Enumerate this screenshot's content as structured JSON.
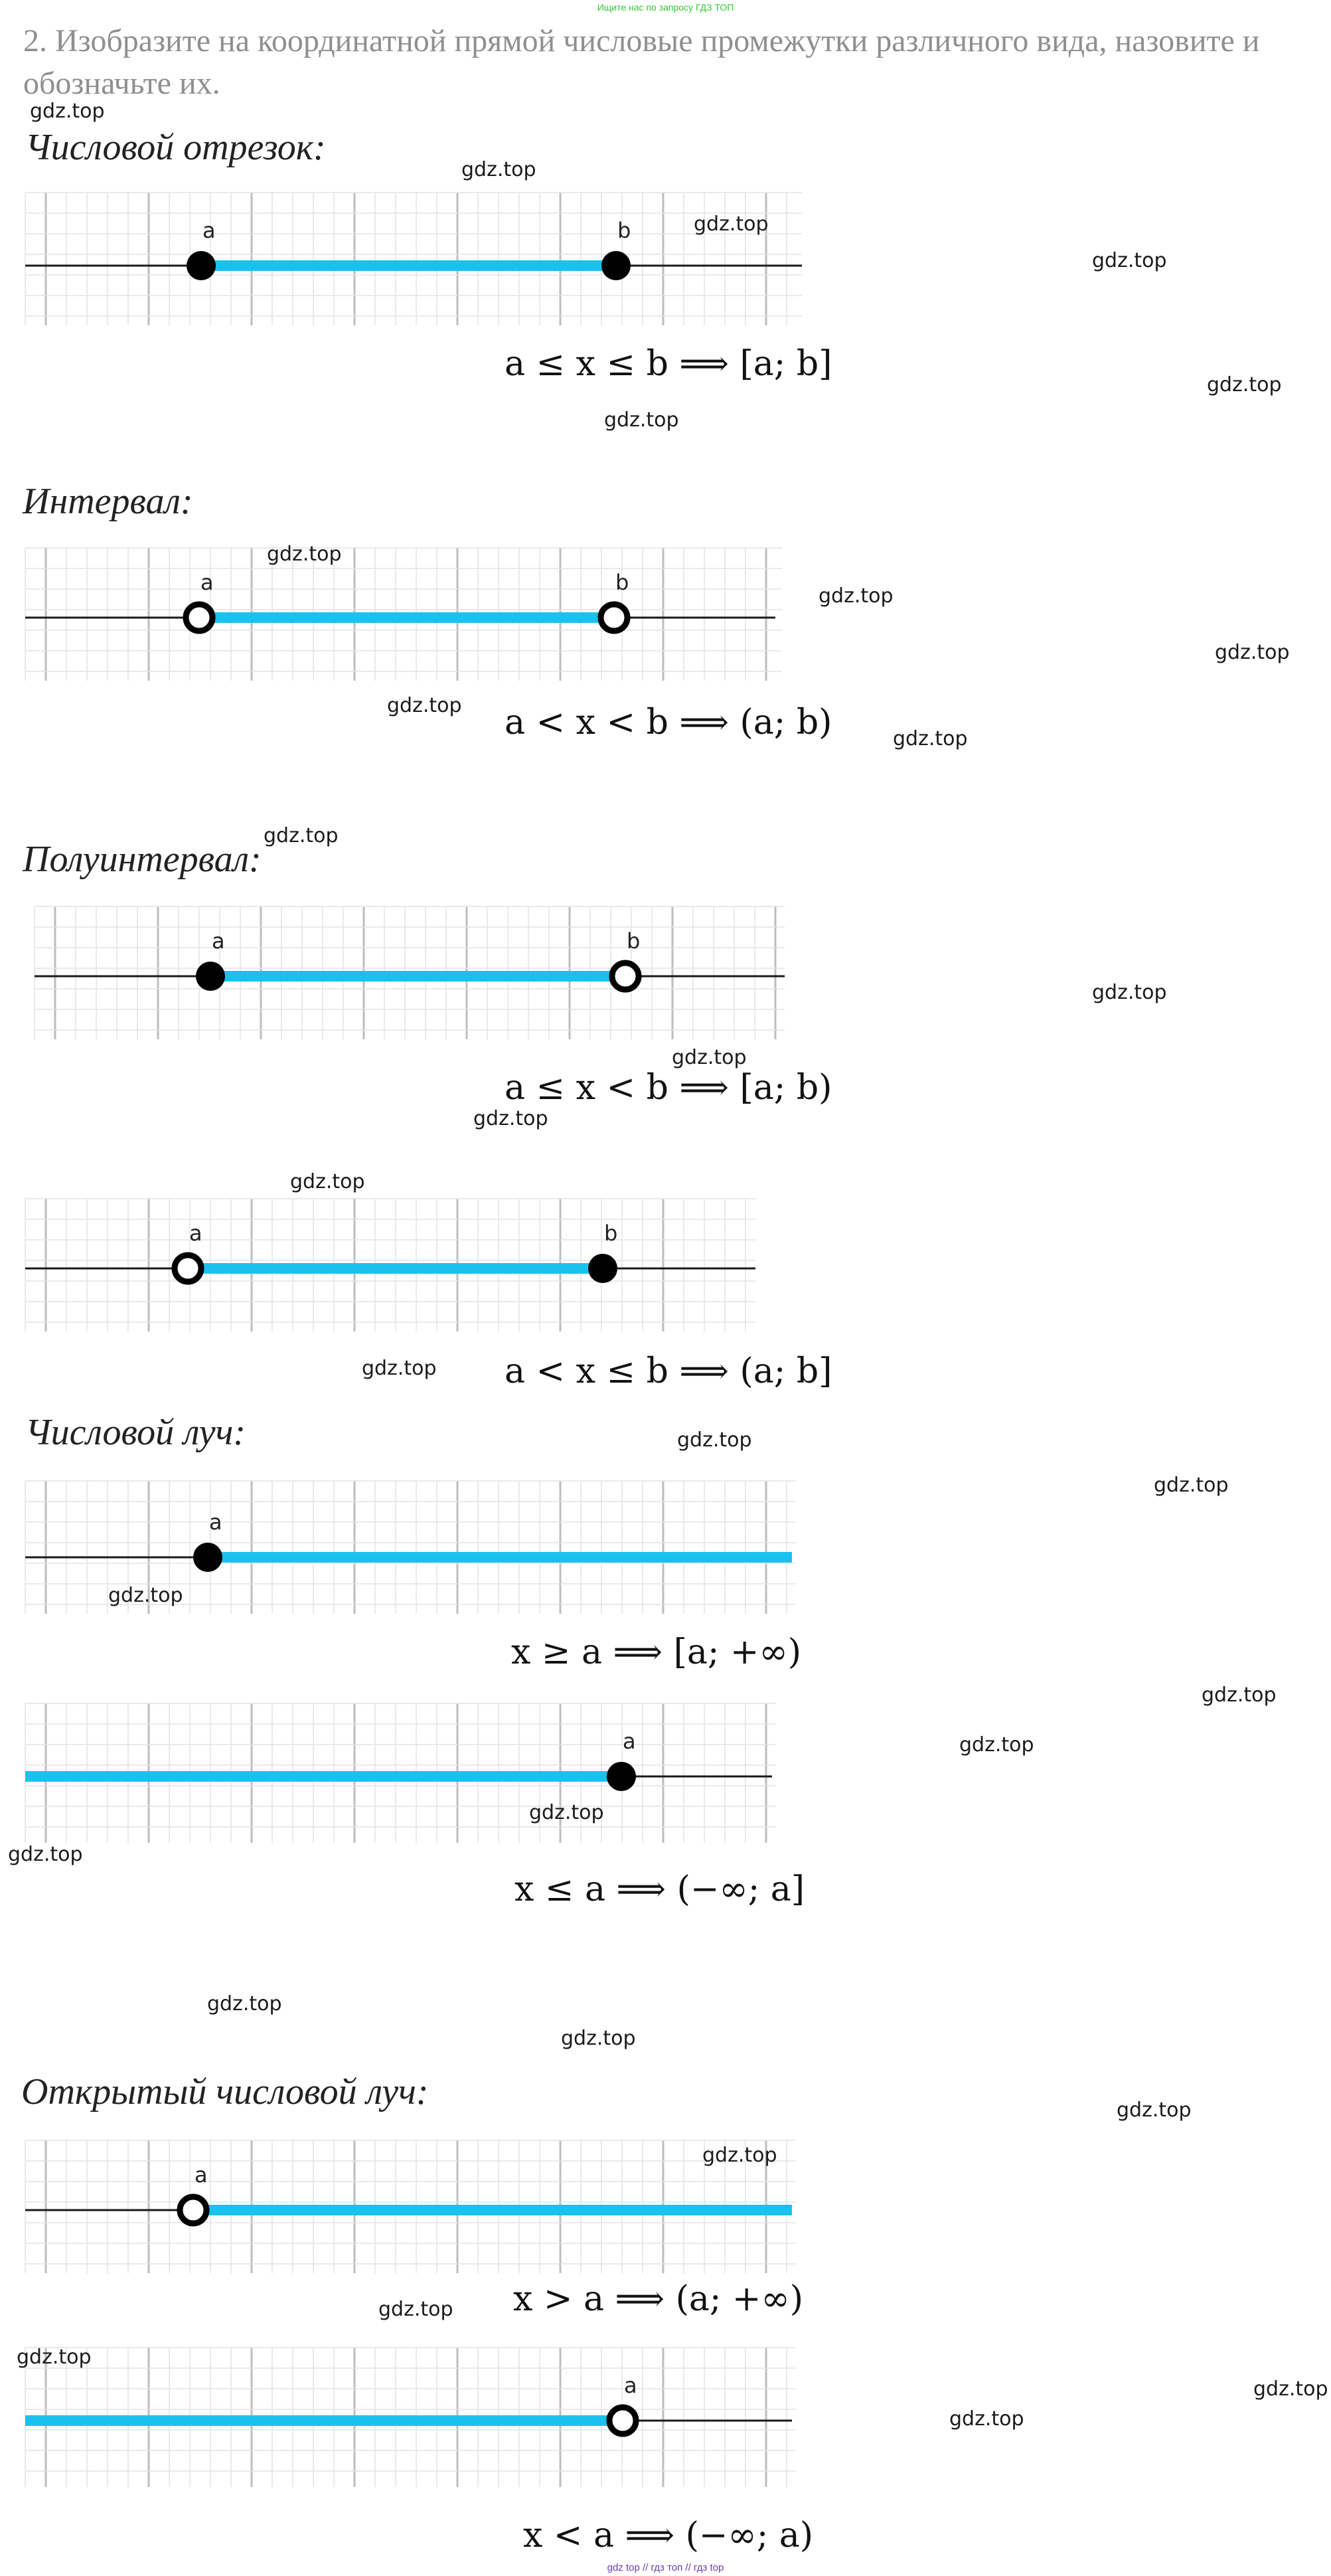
{
  "banner_top": "Ищите нас по запросу ГДЗ ТОП",
  "banner_bottom": "gdz top  //  гдз топ  //  гдз top",
  "task_text": "2. Изобразите на координатной прямой числовые промежутки различного вида, назовите и обозначьте их.",
  "watermark": "gdz.top",
  "sections": [
    {
      "heading": "Числовой отрезок:",
      "items": [
        {
          "point_labels": [
            "a",
            "b"
          ],
          "left_point": "closed",
          "right_point": "closed",
          "interval": "segment",
          "inequality": "a ≤ x ≤ b",
          "arrow": "⟹",
          "notation": "[a; b]"
        }
      ]
    },
    {
      "heading": "Интервал:",
      "items": [
        {
          "point_labels": [
            "a",
            "b"
          ],
          "left_point": "open",
          "right_point": "open",
          "interval": "segment",
          "inequality": "a < x < b",
          "arrow": "⟹",
          "notation": "(a; b)"
        }
      ]
    },
    {
      "heading": "Полуинтервал:",
      "items": [
        {
          "point_labels": [
            "a",
            "b"
          ],
          "left_point": "closed",
          "right_point": "open",
          "interval": "segment",
          "inequality": "a ≤ x < b",
          "arrow": "⟹",
          "notation": "[a; b)"
        },
        {
          "point_labels": [
            "a",
            "b"
          ],
          "left_point": "open",
          "right_point": "closed",
          "interval": "segment",
          "inequality": "a < x ≤ b",
          "arrow": "⟹",
          "notation": "(a; b]"
        }
      ]
    },
    {
      "heading": "Числовой луч:",
      "items": [
        {
          "point_labels": [
            "a"
          ],
          "left_point": "closed",
          "interval": "ray-right",
          "inequality": "x ≥ a",
          "arrow": "⟹",
          "notation": "[a; +∞)"
        },
        {
          "point_labels": [
            "a"
          ],
          "right_point": "closed",
          "interval": "ray-left",
          "inequality": "x ≤ a",
          "arrow": "⟹",
          "notation": "(−∞; a]"
        }
      ]
    },
    {
      "heading": "Открытый числовой луч:",
      "items": [
        {
          "point_labels": [
            "a"
          ],
          "left_point": "open",
          "interval": "ray-right",
          "inequality": "x > a",
          "arrow": "⟹",
          "notation": "(a; +∞)"
        },
        {
          "point_labels": [
            "a"
          ],
          "right_point": "open",
          "interval": "ray-left",
          "inequality": "x < a",
          "arrow": "⟹",
          "notation": "(−∞; a)"
        }
      ]
    }
  ],
  "colors": {
    "interval": "#19c2ee",
    "axis": "#1a1a1a",
    "grid_minor": "#e4e4e4",
    "grid_major": "#bdbdbd",
    "task_text": "#8f8f8f",
    "banner_top": "#35c735",
    "banner_bottom": "#6a3bb0"
  }
}
